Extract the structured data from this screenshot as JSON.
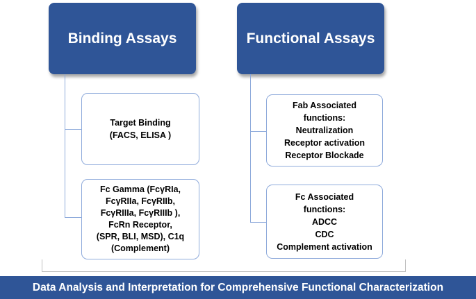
{
  "binding": {
    "title": "Binding Assays",
    "boxes": [
      {
        "lines": [
          "Target Binding",
          "(FACS, ELISA )"
        ]
      },
      {
        "lines": [
          "Fc Gamma (FcγRIa,",
          "FcγRIIa, FcγRIIb,",
          "FcγRIIIa, FcγRIIIb ),",
          "FcRn Receptor,",
          "(SPR, BLI, MSD), C1q",
          "(Complement)"
        ]
      }
    ]
  },
  "functional": {
    "title": "Functional Assays",
    "boxes": [
      {
        "lines": [
          "Fab Associated",
          "functions:",
          "Neutralization",
          "Receptor activation",
          "Receptor Blockade"
        ]
      },
      {
        "lines": [
          "Fc Associated",
          "functions:",
          "ADCC",
          "CDC",
          "Complement activation"
        ]
      }
    ]
  },
  "footer": {
    "text": "Data Analysis and Interpretation for Comprehensive Functional Characterization"
  },
  "colors": {
    "header_fill": "#2f5597",
    "box_border": "#8eaadb",
    "footer_fill": "#2f5597"
  }
}
